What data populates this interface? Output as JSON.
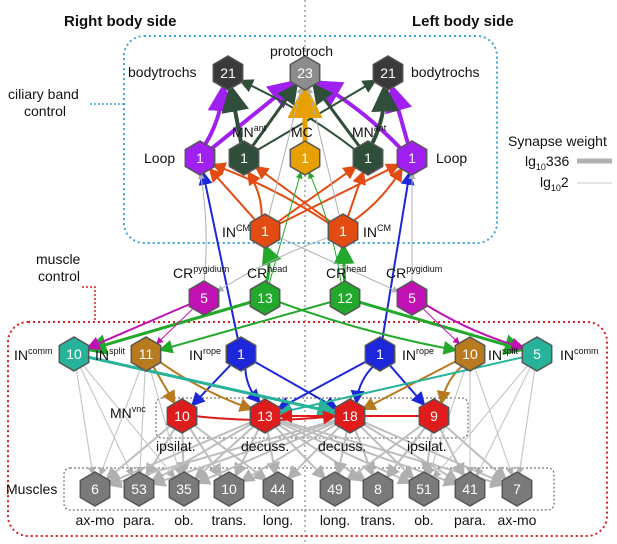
{
  "headers": {
    "right_side": "Right body side",
    "left_side": "Left body side"
  },
  "regions": {
    "ciliary": "ciliary band\ncontrol",
    "muscle": "muscle\ncontrol"
  },
  "legend": {
    "title": "Synapse weight",
    "high_base": "lg",
    "high_sub": "10",
    "high_val": "336",
    "low_base": "lg",
    "low_sub": "10",
    "low_val": "2"
  },
  "labels": {
    "prototroch": "prototroch",
    "bodytrochs": "bodytrochs",
    "loop": "Loop",
    "mn": "MN",
    "mn_sup": "ant",
    "mc": "MC",
    "in": "IN",
    "incm_sup": "CM",
    "cr": "CR",
    "cr_head_sup": "head",
    "cr_pyg_sup": "pygidium",
    "incomm_sup": "comm",
    "insplit_sup": "split",
    "inrope_sup": "rope",
    "mnvnc": "MN",
    "mnvnc_sup": "vnc",
    "ipsilat": "ipsilat.",
    "decuss": "decuss.",
    "muscles": "Muscles"
  },
  "nodes": {
    "bodytroch_r": "21",
    "prototroch": "23",
    "bodytroch_l": "21",
    "loop_r": "1",
    "mnant_r": "1",
    "mc": "1",
    "mnant_l": "1",
    "loop_l": "1",
    "incm_r": "1",
    "incm_l": "1",
    "crpyg_r": "5",
    "crhead_r": "13",
    "crhead_l": "12",
    "crpyg_l": "5",
    "incomm_r": "10",
    "insplit_r": "11",
    "inrope_r": "1",
    "inrope_l": "1",
    "insplit_l": "10",
    "incomm_l": "5",
    "mnvnc_ipsi_r": "10",
    "mnvnc_dec_r": "13",
    "mnvnc_dec_l": "18",
    "mnvnc_ipsi_l": "9"
  },
  "muscles": [
    {
      "count": "6",
      "label": "ax-mo"
    },
    {
      "count": "53",
      "label": "para."
    },
    {
      "count": "35",
      "label": "ob."
    },
    {
      "count": "10",
      "label": "trans."
    },
    {
      "count": "44",
      "label": "long."
    },
    {
      "count": "49",
      "label": "long."
    },
    {
      "count": "8",
      "label": "trans."
    },
    {
      "count": "51",
      "label": "ob."
    },
    {
      "count": "41",
      "label": "para."
    },
    {
      "count": "7",
      "label": "ax-mo"
    }
  ],
  "colors": {
    "bodytroch": "#3a3a3a",
    "prototroch": "#8c8c8c",
    "loop": "#a020f0",
    "mnant": "#2f4f3a",
    "mc": "#e8a000",
    "incm": "#e24b12",
    "crpyg": "#c012b4",
    "crhead": "#22a82a",
    "incomm": "#27b39a",
    "insplit": "#b87a1e",
    "inrope": "#1b27d8",
    "mnvnc": "#e01b1b",
    "muscle": "#7a7a7a",
    "ciliary_box": "#3aa6d8",
    "muscle_box": "#d82020"
  }
}
